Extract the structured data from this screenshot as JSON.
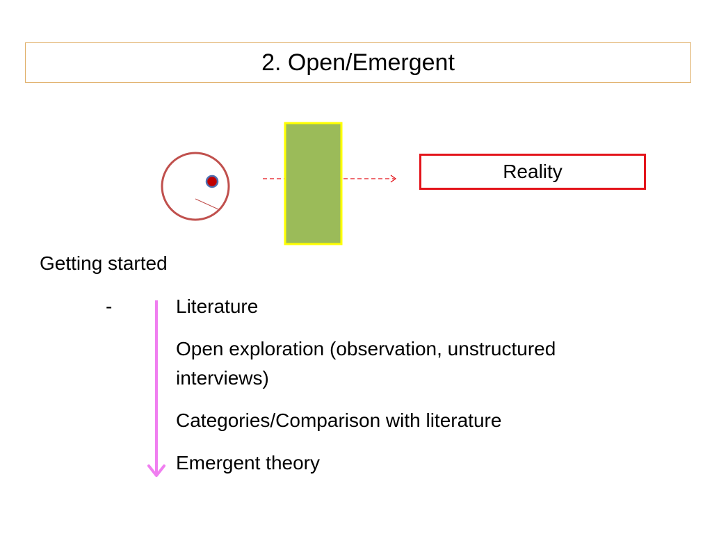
{
  "title": "2. Open/Emergent",
  "diagram": {
    "target_label": "Reality",
    "colors": {
      "title_border": "#e0b06a",
      "circle_stroke": "#c0504d",
      "eye_fill": "#c00000",
      "eye_stroke": "#4f6fb0",
      "filter_fill": "#9bbb59",
      "filter_stroke": "#ffff00",
      "dashed_line": "#e3141b",
      "reality_border": "#e3141b",
      "process_arrow": "#f07ef0"
    },
    "icons": [
      "observer-circle",
      "filter-rectangle",
      "dashed-arrow",
      "process-down-arrow"
    ]
  },
  "content": {
    "heading": "Getting started",
    "bullet": "-",
    "steps": [
      "Literature",
      "Open exploration (observation, unstructured",
      "interviews)",
      "Categories/Comparison with literature",
      "Emergent theory"
    ]
  }
}
